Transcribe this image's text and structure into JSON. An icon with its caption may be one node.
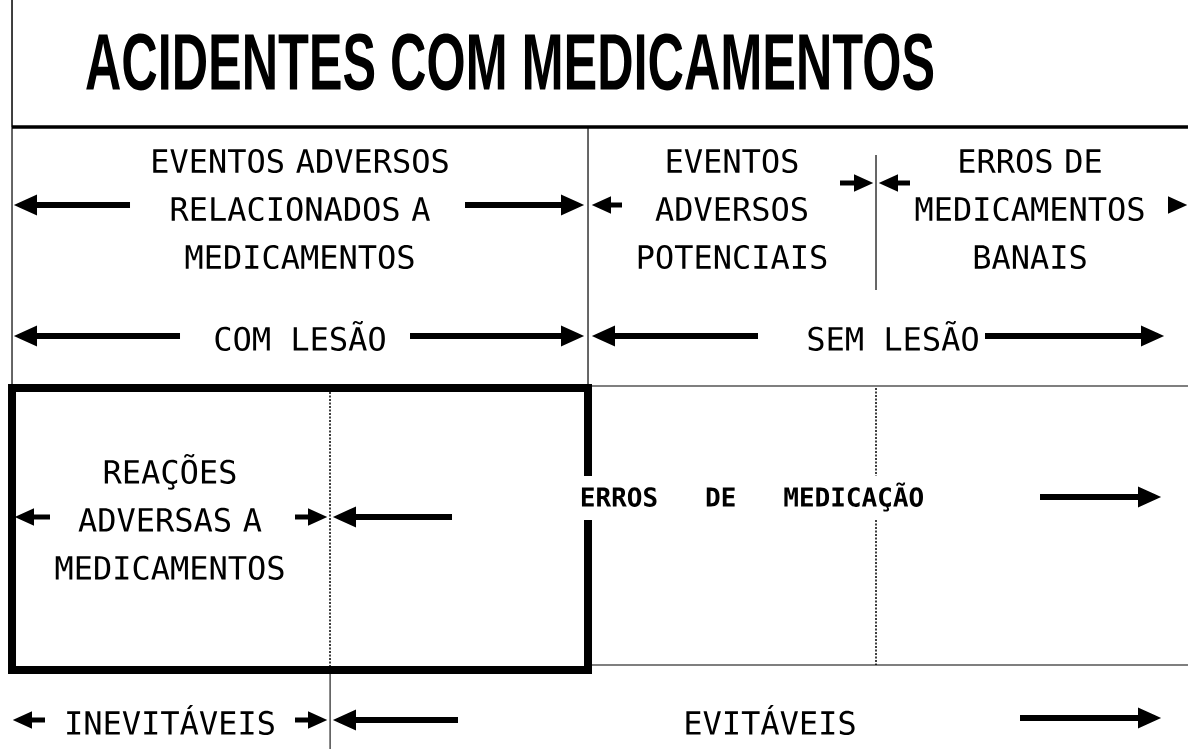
{
  "diagram": {
    "title": "ACIDENTES COM MEDICAMENTOS",
    "labels": [
      "EVENTOS ADVERSOS RELACIONADOS A MEDICAMENTOS",
      "EVENTOS ADVERSOS POTENCIAIS",
      "ERROS DE MEDICAMENTOS BANAIS",
      "COM LESÃO",
      "SEM LESÃO",
      "REAÇÕES ADVERSAS A MEDICAMENTOS",
      "ERROS DE MEDICAÇÃO",
      "INEVITÁVEIS",
      "EVITÁVEIS"
    ]
  }
}
